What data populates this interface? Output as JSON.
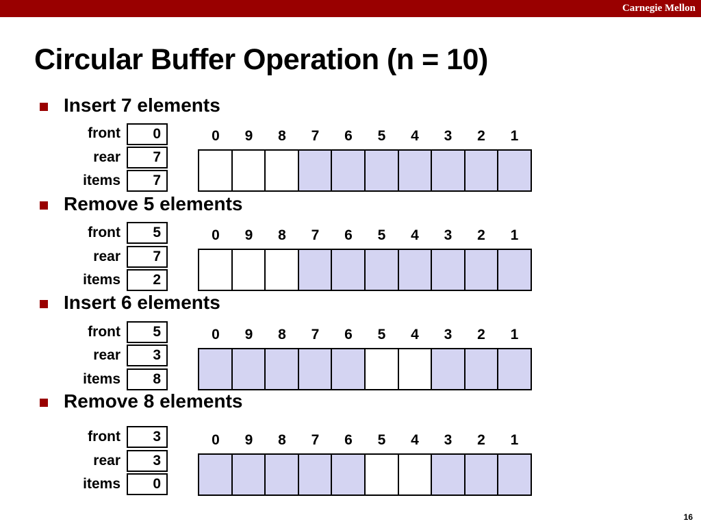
{
  "header": {
    "brand": "Carnegie Mellon"
  },
  "slide": {
    "title": "Circular Buffer Operation (n = 10)",
    "page_number": "16"
  },
  "labels": {
    "front": "front",
    "rear": "rear",
    "items": "items"
  },
  "indices": [
    "0",
    "9",
    "8",
    "7",
    "6",
    "5",
    "4",
    "3",
    "2",
    "1"
  ],
  "colors": {
    "filled": "#d4d4f2",
    "empty": "#ffffff",
    "accent": "#990000"
  },
  "steps": [
    {
      "heading": "Insert 7 elements",
      "front": "0",
      "rear": "7",
      "items": "7",
      "filled": [
        false,
        false,
        false,
        true,
        true,
        true,
        true,
        true,
        true,
        true
      ]
    },
    {
      "heading": "Remove 5 elements",
      "front": "5",
      "rear": "7",
      "items": "2",
      "filled": [
        false,
        false,
        false,
        true,
        true,
        true,
        true,
        true,
        true,
        true
      ]
    },
    {
      "heading": "Insert 6 elements",
      "front": "5",
      "rear": "3",
      "items": "8",
      "filled": [
        true,
        true,
        true,
        true,
        true,
        false,
        false,
        true,
        true,
        true
      ]
    },
    {
      "heading": "Remove 8 elements",
      "front": "3",
      "rear": "3",
      "items": "0",
      "filled": [
        true,
        true,
        true,
        true,
        true,
        false,
        false,
        true,
        true,
        true
      ]
    }
  ]
}
